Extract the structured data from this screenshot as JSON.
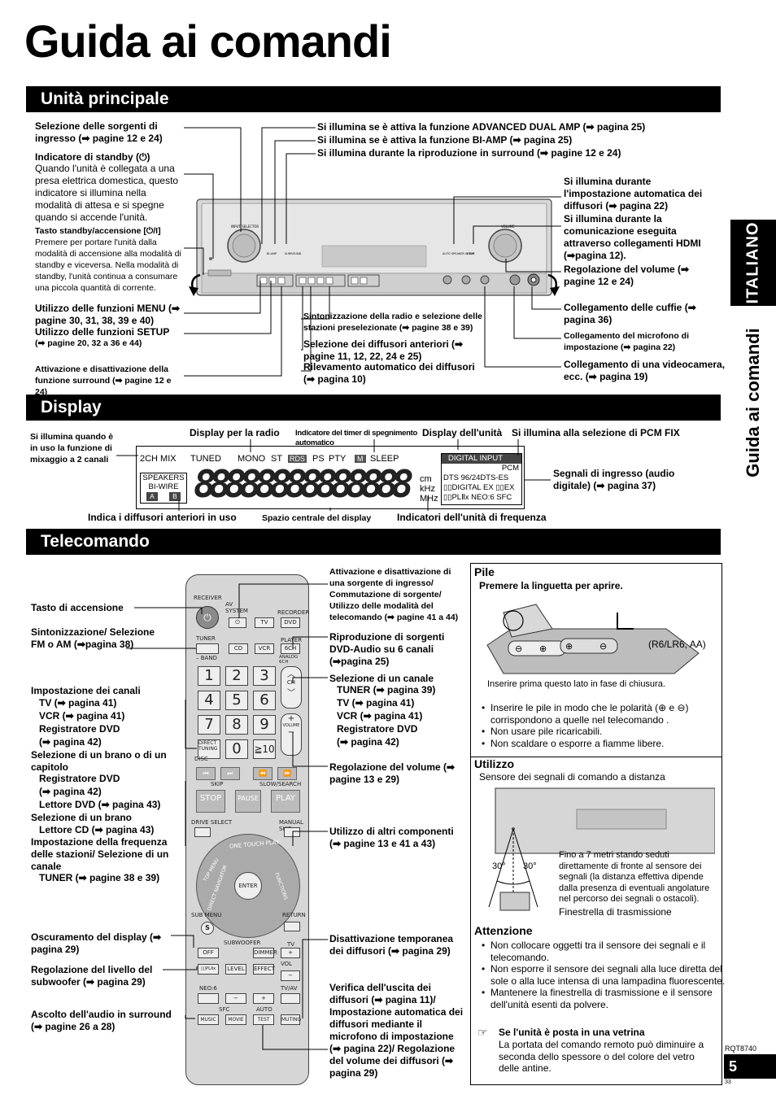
{
  "title": "Guida ai comandi",
  "sections": {
    "main_unit": "Unità principale",
    "display": "Display",
    "remote": "Telecomando"
  },
  "side": {
    "language": "ITALIANO",
    "section": "Guida ai comandi"
  },
  "main_labels": {
    "source_select": "Selezione delle sorgenti di ingresso (➡ pagine 12 e 24)",
    "standby_ind_title": "Indicatore di standby (⏻)",
    "standby_ind_body": "Quando l'unità è collegata a una presa elettrica domestica, questo indicatore si illumina nella modalità di attesa e si spegne quando si accende l'unità.",
    "standby_btn_title": "Tasto standby/accensione [⏻/I]",
    "standby_btn_body": "Premere per portare l'unità dalla modalità di accensione alla modalità di standby e viceversa. Nella modalità di standby, l'unità continua a consumare una piccola quantità di corrente.",
    "menu_funcs": "Utilizzo delle funzioni MENU (➡ pagine 30, 31, 38, 39 e 40)",
    "setup_funcs_title": "Utilizzo delle funzioni SETUP",
    "setup_funcs_ref": "(➡ pagine 20, 32 a 36 e 44)",
    "surround_toggle": "Attivazione e disattivazione della funzione surround (➡ pagine 12 e 24)",
    "adv_dual_amp": "Si illumina se è attiva la funzione ADVANCED DUAL AMP (➡ pagina 25)",
    "bi_amp": "Si illumina se è attiva la funzione BI-AMP (➡ pagina 25)",
    "surround_playing": "Si illumina durante la riproduzione in surround (➡ pagine 12 e 24)",
    "auto_setup": "Si illumina durante l'impostazione automatica dei diffusori (➡ pagina 22)",
    "hdmi": "Si illumina durante la comunicazione eseguita attraverso collegamenti HDMI (➡pagina 12).",
    "volume": "Regolazione del volume (➡ pagine 12 e 24)",
    "headphones": "Collegamento delle cuffie (➡ pagina 36)",
    "mic": "Collegamento del microfono di impostazione (➡ pagina 22)",
    "camera": "Collegamento di una videocamera, ecc. (➡ pagina 19)",
    "tuning": "Sintonizzazione della radio e selezione delle stazioni preselezionate (➡ pagine 38 e 39)",
    "front_spk": "Selezione dei diffusori anteriori (➡ pagine 11, 12, 22, 24 e 25)",
    "auto_detect": "Rilevamento automatico dei diffusori (➡ pagina 10)"
  },
  "device": {
    "input_selector": "INPUT SELECTOR",
    "volume": "VOLUME",
    "bi_amp": "BI-AMP",
    "surround": "SURROUND",
    "auto_spk": "AUTO SPEAKER SETUP",
    "hdmi": "HDMI"
  },
  "display_labels": {
    "mix2ch": "Si illumina quando è in uso la funzione di mixaggio a 2 canali",
    "radio": "Display per la radio",
    "sleep_timer": "Indicatore del timer di spegnimento automatico",
    "unit_display": "Display dell'unità",
    "pcm_fix": "Si illumina alla selezione di PCM FIX",
    "digital_input": "Segnali di ingresso (audio digitale) (➡ pagina 37)",
    "front_spk_use": "Indica i diffusori anteriori in uso",
    "center_space": "Spazio centrale del display",
    "freq_units": "Indicatori dell'unità di frequenza"
  },
  "lcd": {
    "mix": "2CH MIX",
    "tuned": "TUNED",
    "mono": "MONO",
    "st": "ST",
    "rds": "RDS",
    "ps": "PS",
    "pty": "PTY",
    "m": "M",
    "sleep": "SLEEP",
    "speakers": "SPEAKERS",
    "biwire": "BI-WIRE",
    "a": "A",
    "b": "B",
    "segments": "88888888888888",
    "cm": "cm",
    "khz": "kHz",
    "mhz": "MHz",
    "digital_input": "DIGITAL INPUT",
    "pcm": "PCM",
    "dts": "DTS 96/24DTS-ES",
    "digital_ex": "▯▯DIGITAL EX ▯▯EX",
    "pl": "▯▯PLⅡx NEO:6 SFC"
  },
  "remote_labels": {
    "power": "Tasto di accensione",
    "fm_am": "Sintonizzazione/ Selezione FM o AM (➡pagina 38)",
    "channels_title": "Impostazione dei canali",
    "channels_lines": [
      "TV (➡ pagina 41)",
      "VCR (➡ pagina 41)",
      "Registratore DVD",
      "(➡ pagina 42)"
    ],
    "track_title": "Selezione di un brano o di un capitolo",
    "track_lines": [
      "Registratore DVD",
      "(➡ pagina 42)",
      "Lettore DVD (➡ pagina 43)"
    ],
    "cd_title": "Selezione di un brano",
    "cd_line": "Lettore CD (➡ pagina 43)",
    "freq_title": "Impostazione della frequenza delle stazioni/ Selezione di un canale",
    "freq_line": "TUNER (➡ pagine 38 e 39)",
    "dim": "Oscuramento del display (➡ pagina 29)",
    "sub_level": "Regolazione del livello del subwoofer (➡ pagina 29)",
    "surround_listen": "Ascolto dell'audio in surround (➡ pagine 26 a 28)",
    "input_toggle": "Attivazione e disattivazione di una sorgente di ingresso/ Commutazione di sorgente/ Utilizzo delle modalità del telecomando (➡ pagine 41 a 44)",
    "dvd_audio": "Riproduzione di sorgenti DVD-Audio su 6 canali (➡pagina 25)",
    "ch_title": "Selezione di un canale",
    "ch_lines": [
      "TUNER (➡ pagina 39)",
      "TV (➡ pagina 41)",
      "VCR (➡ pagina 41)",
      "Registratore DVD",
      "(➡ pagina 42)"
    ],
    "vol": "Regolazione del volume (➡ pagine 13 e 29)",
    "other": "Utilizzo di altri componenti (➡ pagine 13 e 41 a 43)",
    "muting": "Disattivazione temporanea dei diffusori (➡ pagina 29)",
    "test": "Verifica dell'uscita dei diffusori (➡ pagina 11)/ Impostazione automatica dei diffusori mediante il microfono di impostazione (➡ pagina 22)/ Regolazione del volume dei diffusori (➡ pagina 29)"
  },
  "remote_keys": {
    "receiver": "RECEIVER",
    "av_system": "AV SYSTEM",
    "recorder": "RECORDER",
    "tv": "TV",
    "dvd": "DVD",
    "tuner": "TUNER",
    "player": "PLAYER",
    "band": "– BAND",
    "cd": "CD",
    "vcr": "VCR",
    "6ch": "6CH",
    "analog": "ANALOG 6CH",
    "ch": "CH",
    "volume": "VOLUME",
    "direct_tuning": "DIRECT TUNING",
    "disc": "DISC",
    "skip": "SKIP",
    "slow": "SLOW/SEARCH",
    "stop": "STOP",
    "pause": "PAUSE",
    "play": "PLAY",
    "drive": "DRIVE SELECT",
    "manual_skip": "MANUAL SKIP",
    "one_touch": "ONE TOUCH PLAY",
    "top_menu": "TOP MENU",
    "direct_nav": "DIRECT NAVIGATOR",
    "functions": "FUNCTIONS",
    "enter": "ENTER",
    "sub_menu": "SUB MENU",
    "return": "RETURN",
    "s": "S",
    "subwoofer": "SUBWOOFER",
    "off": "OFF",
    "dimmer": "DIMMER",
    "plix": "▯▯PLⅡx",
    "level": "LEVEL",
    "effect": "EFFECT",
    "vol": "VOL",
    "neo6": "NEO:6",
    "tvav": "TV/AV",
    "sfc": "SFC",
    "auto": "AUTO",
    "music": "MUSIC",
    "movie": "MOVIE",
    "test": "TEST",
    "muting": "MUTING",
    "digits": [
      "1",
      "2",
      "3",
      "4",
      "5",
      "6",
      "7",
      "8",
      "9",
      "0",
      "≧10"
    ]
  },
  "pile": {
    "title": "Pile",
    "sub": "Premere la linguetta per aprire.",
    "battery_type": "(R6/LR6, AA)",
    "insert_note": "Inserire prima questo lato in fase di chiusura.",
    "bullets": [
      "Inserire le pile in modo che le polarità (⊕ e ⊖) corrispondono a quelle nel telecomando .",
      "Non usare pile ricaricabili.",
      "Non scaldare o esporre a fiamme libere."
    ]
  },
  "utilizzo": {
    "title": "Utilizzo",
    "sensor": "Sensore dei segnali di comando a distanza",
    "angle_l": "30°",
    "angle_r": "30°",
    "range": "Fino a 7 metri stando seduti direttamente di fronte al sensore dei segnali (la distanza effettiva dipende dalla presenza di eventuali angolature nel percorso dei segnali o ostacoli).",
    "window": "Finestrella di trasmissione"
  },
  "attenzione": {
    "title": "Attenzione",
    "bullets": [
      "Non collocare oggetti tra il sensore dei segnali e il telecomando.",
      "Non esporre il sensore dei segnali alla luce diretta del sole o alla luce intensa di una lampadina fluorescente.",
      "Mantenere la finestrella di trasmissione e il sensore dell'unità esenti da polvere."
    ],
    "glass_title": "Se l'unità è posta in una vetrina",
    "glass_body": "La portata del comando remoto può diminuire a seconda dello spessore o del colore del vetro delle antine."
  },
  "footer": {
    "code": "RQT8740",
    "page": "5",
    "small": "33"
  }
}
